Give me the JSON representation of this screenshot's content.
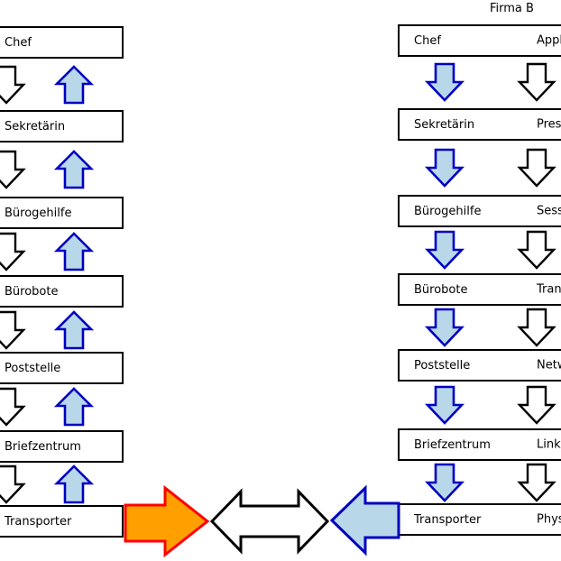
{
  "header": {
    "firm_label": "Firma B"
  },
  "left_column": {
    "levels": [
      "Chef",
      "Sekretärin",
      "Bürogehilfe",
      "Bürobote",
      "Poststelle",
      "Briefzentrum",
      "Transporter"
    ]
  },
  "right_column": {
    "levels": [
      {
        "role": "Chef",
        "layer": "Application"
      },
      {
        "role": "Sekretärin",
        "layer": "Presentation"
      },
      {
        "role": "Bürogehilfe",
        "layer": "Session"
      },
      {
        "role": "Bürobote",
        "layer": "Transport"
      },
      {
        "role": "Poststelle",
        "layer": "Network"
      },
      {
        "role": "Briefzentrum",
        "layer": "Link"
      },
      {
        "role": "Transporter",
        "layer": "Physical"
      }
    ]
  },
  "icons": {
    "up_arrow": "up-arrow-icon",
    "down_arrow": "down-arrow-icon",
    "right_arrow": "right-arrow-icon",
    "left_arrow": "left-arrow-icon",
    "double_arrow": "double-headed-arrow-icon"
  },
  "colors": {
    "blue_fill": "#b8d8ea",
    "blue_stroke": "#0000c0",
    "orange_fill": "#ffa000",
    "orange_stroke": "#ff0000",
    "white_fill": "#ffffff",
    "black_stroke": "#000000",
    "box_border": "#000000",
    "background": "#ffffff",
    "text": "#000000"
  }
}
